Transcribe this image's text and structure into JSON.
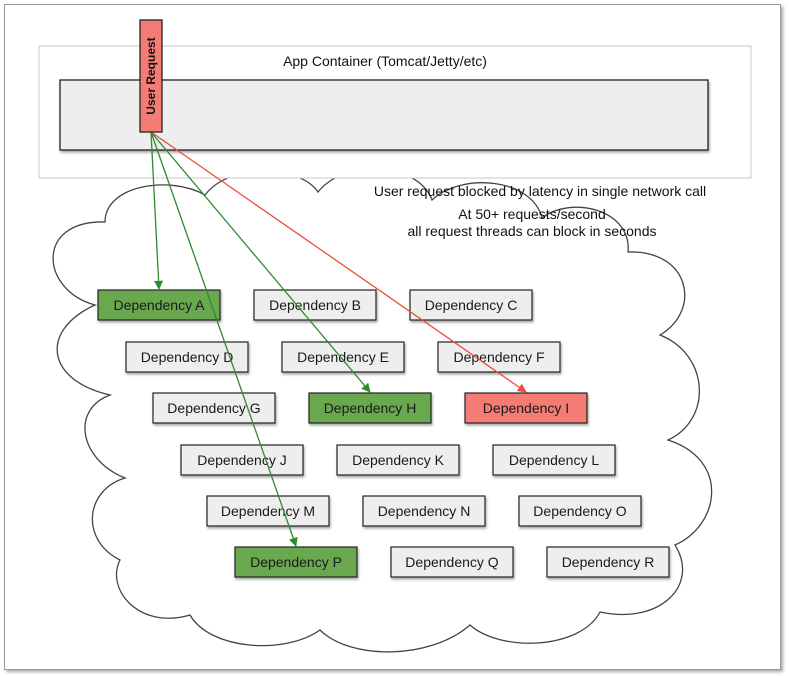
{
  "container": {
    "title": "App Container (Tomcat/Jetty/etc)"
  },
  "user_request": {
    "label": "User Request"
  },
  "caption": {
    "line1": "User request blocked by latency in single network call",
    "line2": "At 50+ requests/second",
    "line3": "all request threads can block in seconds"
  },
  "colors": {
    "green_fill": "#6aa84f",
    "green_arrow": "#2e8b2e",
    "red_fill": "#f47c74",
    "red_arrow": "#ea4f3b",
    "default_fill": "#eeeeee"
  },
  "dependencies": [
    {
      "label": "Dependency A",
      "state": "ok"
    },
    {
      "label": "Dependency B",
      "state": "idle"
    },
    {
      "label": "Dependency C",
      "state": "idle"
    },
    {
      "label": "Dependency D",
      "state": "idle"
    },
    {
      "label": "Dependency E",
      "state": "idle"
    },
    {
      "label": "Dependency F",
      "state": "idle"
    },
    {
      "label": "Dependency G",
      "state": "idle"
    },
    {
      "label": "Dependency H",
      "state": "ok"
    },
    {
      "label": "Dependency I",
      "state": "blocked"
    },
    {
      "label": "Dependency J",
      "state": "idle"
    },
    {
      "label": "Dependency K",
      "state": "idle"
    },
    {
      "label": "Dependency L",
      "state": "idle"
    },
    {
      "label": "Dependency M",
      "state": "idle"
    },
    {
      "label": "Dependency N",
      "state": "idle"
    },
    {
      "label": "Dependency O",
      "state": "idle"
    },
    {
      "label": "Dependency P",
      "state": "ok"
    },
    {
      "label": "Dependency Q",
      "state": "idle"
    },
    {
      "label": "Dependency R",
      "state": "idle"
    }
  ],
  "calls": [
    {
      "target": "Dependency A",
      "color": "#2e8b2e"
    },
    {
      "target": "Dependency H",
      "color": "#2e8b2e"
    },
    {
      "target": "Dependency P",
      "color": "#2e8b2e"
    },
    {
      "target": "Dependency I",
      "color": "#ea4f3b"
    }
  ]
}
